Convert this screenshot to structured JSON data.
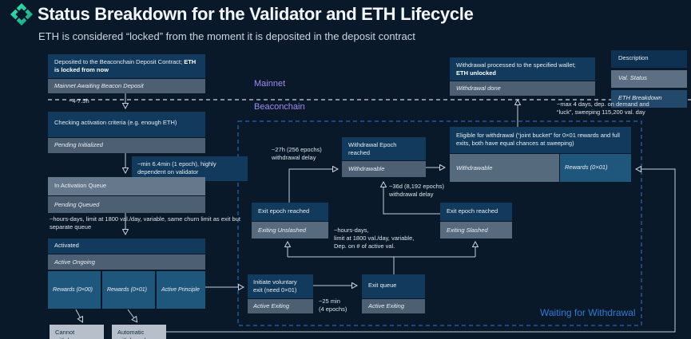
{
  "colors": {
    "background": "#0a1929",
    "description_box": "#113a5d",
    "status_box": "#4d5f73",
    "eth_box": "#1f567c",
    "queue_header_box": "#66788c",
    "light_box": "#b7c0ca",
    "zone_label_purple": "#9f8df0",
    "waiting_label_blue": "#2e7cd6",
    "logo_teal": "#23e3a4",
    "connector": "#c9d3dc"
  },
  "header": {
    "title": "Status Breakdown for the Validator and ETH Lifecycle",
    "subtitle": "ETH is considered “locked” from the moment it is deposited in the deposit contract"
  },
  "legend": {
    "description": "Description",
    "val_status": "Val. Status",
    "eth_breakdown": "ETH Breakdown"
  },
  "zones": {
    "mainnet": "Mainnet",
    "beaconchain": "Beaconchain",
    "waiting": "Waiting for Withdrawal"
  },
  "boxes": {
    "deposited": {
      "desc": "Deposited to the Beaconchain Deposit Contract; ",
      "desc_bold": "ETH is locked from now",
      "status": "Mainnet Awaiting Beacon Deposit"
    },
    "checking": {
      "desc": "Checking activation criteria (e.g. enough ETH)",
      "status": "Pending Initialized"
    },
    "activation_queue": {
      "desc": "In Activation Queue",
      "status": "Pending Queued"
    },
    "activated": {
      "desc": "Activated",
      "status": "Active Ongoing",
      "cells": [
        "Rewards (0×00)",
        "Rewards (0×01)",
        "Active Principle"
      ]
    },
    "cannot_withdraw": "Cannot withdraw",
    "automatic_withdrawal": "Automatic withdrawal",
    "initiate_exit": {
      "desc": "Initiate voluntary exit (need 0×01)",
      "status": "Active Exiting"
    },
    "exit_queue": {
      "desc": "Exit queue",
      "status": "Active Exiting"
    },
    "exit_unslashed": {
      "desc": "Exit epoch reached",
      "status": "Exiting Unslashed"
    },
    "exit_slashed": {
      "desc": "Exit epoch reached",
      "status": "Exiting Slashed"
    },
    "withdrawal_epoch": {
      "desc": "Withdrawal Epoch reached",
      "status": "Withdrawable"
    },
    "eligible": {
      "desc": "Eligible for withdrawal (“joint bucket” for 0×01 rewards and full exits, both have equal chances at sweeping)",
      "status_cell": "Withdrawable",
      "eth_cell": "Rewards (0×01)"
    },
    "processed": {
      "desc": "Withdrawal processed to the specified wallet; ",
      "desc_bold": "ETH unlocked",
      "status": "Withdrawal done"
    }
  },
  "annotations": {
    "deposit_delay": "~4-7.5h",
    "activation_criteria_delay": "~min 6.4min (1 epoch), highly dependent on validator",
    "activation_queue_churn": "~hours-days, limit at 1800 val./day, variable, same churn limit as exit but separate queue",
    "exit_withdrawal_delay": "~27h (256 epochs)\nwithdrawal delay",
    "slashed_withdrawal_delay": "~36d (8,192 epochs)\nwithdrawal delay",
    "exit_queue_churn": "~hours-days,\nlimit at 1800 val./day, variable,\nDep. on # of active val.",
    "voluntary_exit_delay": "~25 min\n(4 epochs)",
    "sweep_delay": "~max 4 days, dep. on demand and\n“luck”, sweeping 115,200 val. day"
  }
}
